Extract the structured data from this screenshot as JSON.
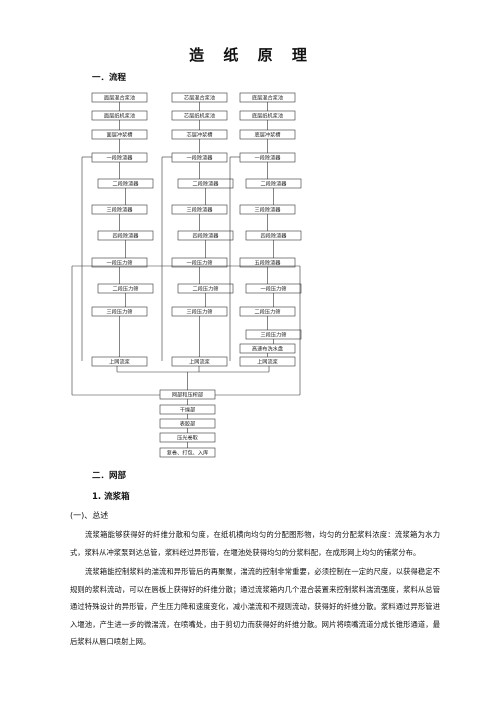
{
  "title": "造 纸 原 理",
  "section1": "一．流程",
  "section2": "二．网部",
  "subsection": "1. 流浆箱",
  "subsubsection": "(一)、总述",
  "paragraphs": [
    "流浆箱能够获得好的纤维分散和匀度，在纸机横向均匀的分配图形物，均匀的分配浆料浓度：流浆箱为水力式，浆料从冲浆泵到达总管，浆料经过异形管，在堰池处获得均匀的分浆料配，在成形网上均匀的铺浆分布。",
    "流浆箱能控制浆料的湍流和异形管后的再聚聚，湍流的控制非常重要，必须控制在一定的尺度，以获得稳定不规则的浆料流动，可以在唇板上获得好的纤维分散；通过流浆箱内几个混合装置来控制浆料湍流强度，浆料从总管通过特殊设计的异形管，产生压力降和速度变化，减小湍流和不规则流动，获得好的纤维分散。浆料通过异形管进入堰池，产生进一步的微湍流，在喷嘴处，由于剪切力而获得好的纤维分散。网片将喷嘴流道分成长锥形通道，最后浆料从唇口喷射上网。"
  ],
  "flowchart": {
    "col_left": [
      "面层混合浆池",
      "面层纸机浆池",
      "面层冲浆槽",
      "一段除渣器",
      "二段除渣器",
      "三段除渣器",
      "四段除渣器",
      "一段压力筛",
      "二段压力筛",
      "三段压力筛",
      "上网流浆"
    ],
    "col_mid": [
      "芯层混合浆池",
      "芯层纸机浆池",
      "芯层冲浆槽",
      "一段除渣器",
      "二段除渣器",
      "三段除渣器",
      "四段除渣器",
      "一段压力筛",
      "二段压力筛",
      "三段压力筛",
      "上网流浆"
    ],
    "col_right": [
      "底层混合浆池",
      "底层纸机浆池",
      "底层冲浆槽",
      "一段除渣器",
      "二段除渣器",
      "三段除渣器",
      "四段除渣器",
      "五段除渣器",
      "一段压力筛",
      "二段压力筛",
      "三段压力筛",
      "高速布洗水盘",
      "上网流浆"
    ],
    "bottom": [
      "网部和压榨部",
      "干燥部",
      "表胶部",
      "压光卷取",
      "复卷、打包、入库"
    ]
  }
}
